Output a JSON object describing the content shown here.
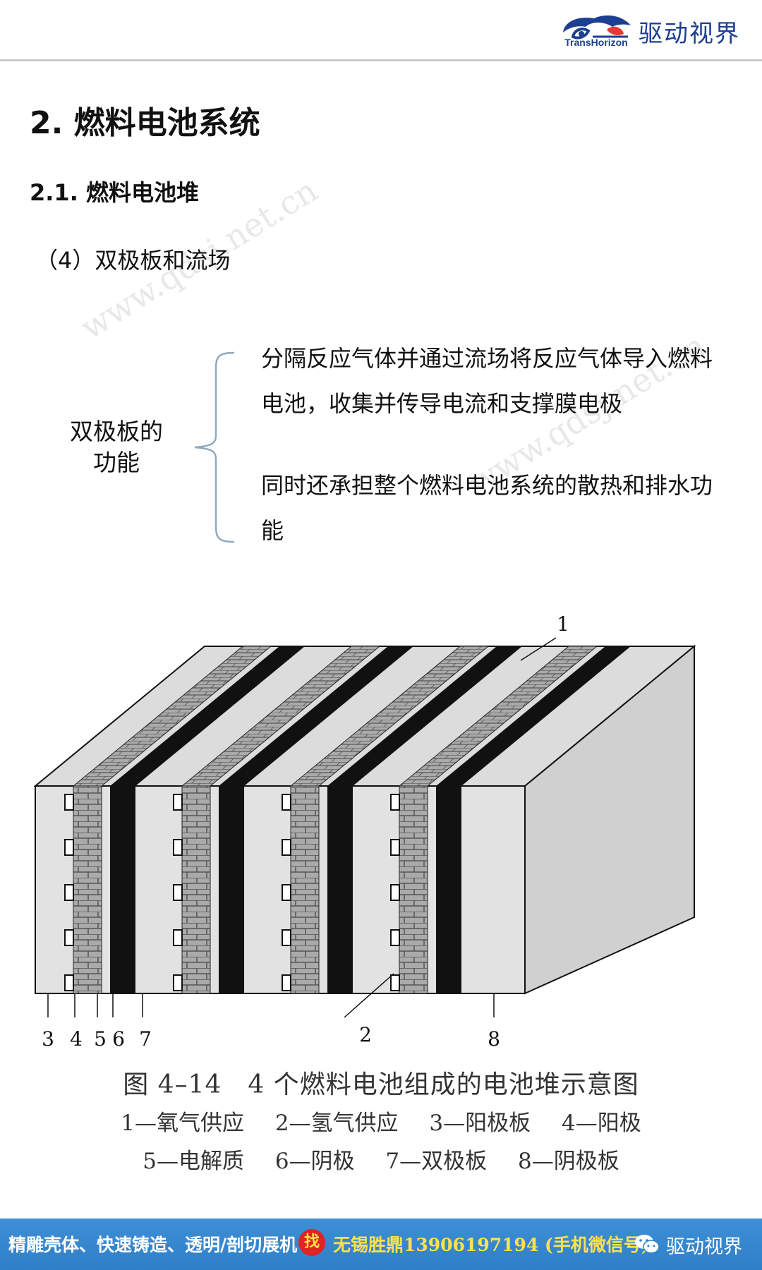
{
  "header": {
    "logo_text": "TransHorizon",
    "brand": "驱动视界",
    "logo_icon": "car-swirl-logo-icon"
  },
  "watermarks": [
    "www.qdsj.net.cn",
    "www.qdsj.net.cn"
  ],
  "content": {
    "title": "2. 燃料电池系统",
    "subtitle": "2.1. 燃料电池堆",
    "section": "（4）双极板和流场",
    "function_label": "双极板的功能",
    "functions": [
      "分隔反应气体并通过流场将反应气体导入燃料电池，收集并传导电流和支撑膜电极",
      "同时还承担整个燃料电池系统的散热和排水功能"
    ]
  },
  "figure": {
    "callouts": [
      "1",
      "2",
      "3",
      "4",
      "5",
      "6",
      "7",
      "8"
    ],
    "caption": "图 4–14　4 个燃料电池组成的电池堆示意图",
    "legend": [
      [
        "1—氧气供应",
        "2—氢气供应",
        "3—阳极板",
        "4—阳极"
      ],
      [
        "5—电解质",
        "6—阴极",
        "7—双极板",
        "8—阴极板"
      ]
    ]
  },
  "footer": {
    "left_text": "精雕壳体、快速铸造、透明/剖切展机",
    "badge": "找",
    "mid_text": "无锡胜鼎13906197194 (手机微信号)",
    "right_text": "驱动视界",
    "icon": "wechat-icon"
  },
  "colors": {
    "brand_blue": "#1d3f91",
    "footer_blue": "#2f7fc8",
    "footer_highlight": "#ffe24a",
    "badge_red": "#e02323"
  }
}
